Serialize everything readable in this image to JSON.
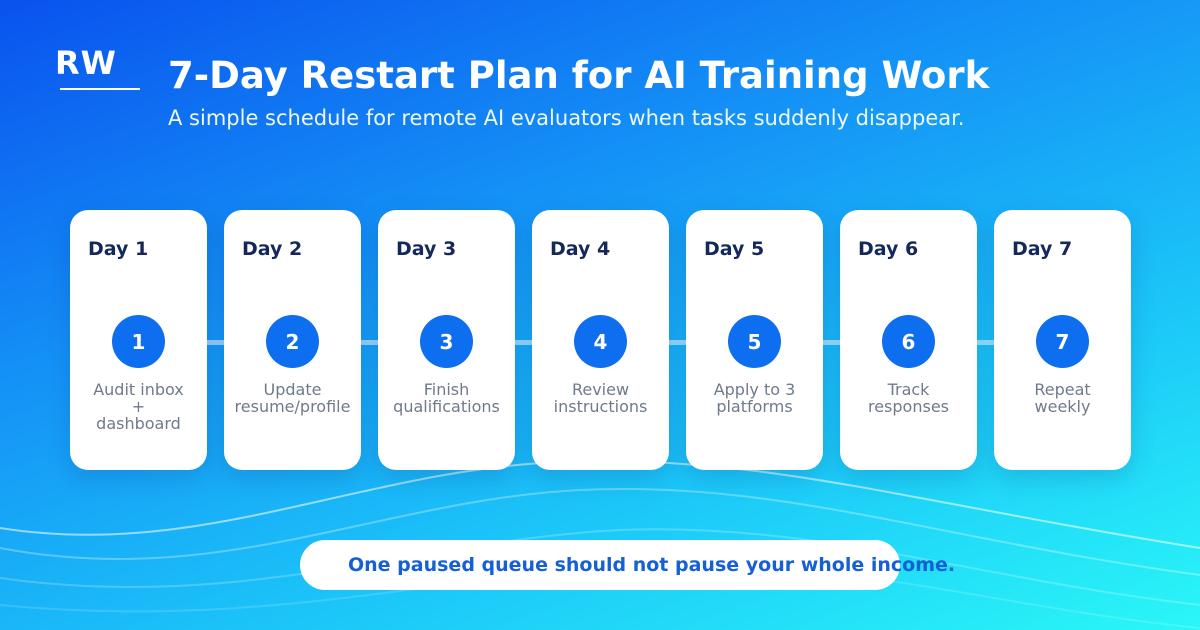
{
  "brand": {
    "logo_text": "RW"
  },
  "header": {
    "title": "7-Day Restart Plan for AI Training Work",
    "subtitle": "A simple schedule for remote AI evaluators when tasks suddenly disappear."
  },
  "days": [
    {
      "label": "Day 1",
      "number": "1",
      "text": "Audit inbox\n+\ndashboard"
    },
    {
      "label": "Day 2",
      "number": "2",
      "text": "Update\nresume/profile"
    },
    {
      "label": "Day 3",
      "number": "3",
      "text": "Finish\nqualifications"
    },
    {
      "label": "Day 4",
      "number": "4",
      "text": "Review\ninstructions"
    },
    {
      "label": "Day 5",
      "number": "5",
      "text": "Apply to 3\nplatforms"
    },
    {
      "label": "Day 6",
      "number": "6",
      "text": "Track\nresponses"
    },
    {
      "label": "Day 7",
      "number": "7",
      "text": "Repeat\nweekly"
    }
  ],
  "banner": {
    "text": "One paused queue should not pause your whole income."
  },
  "colors": {
    "accent": "#0d6ef0",
    "day_label": "#14285a",
    "banner_text": "#1660d6",
    "background_start": "#0a52ee",
    "background_end": "#2af7f7"
  }
}
